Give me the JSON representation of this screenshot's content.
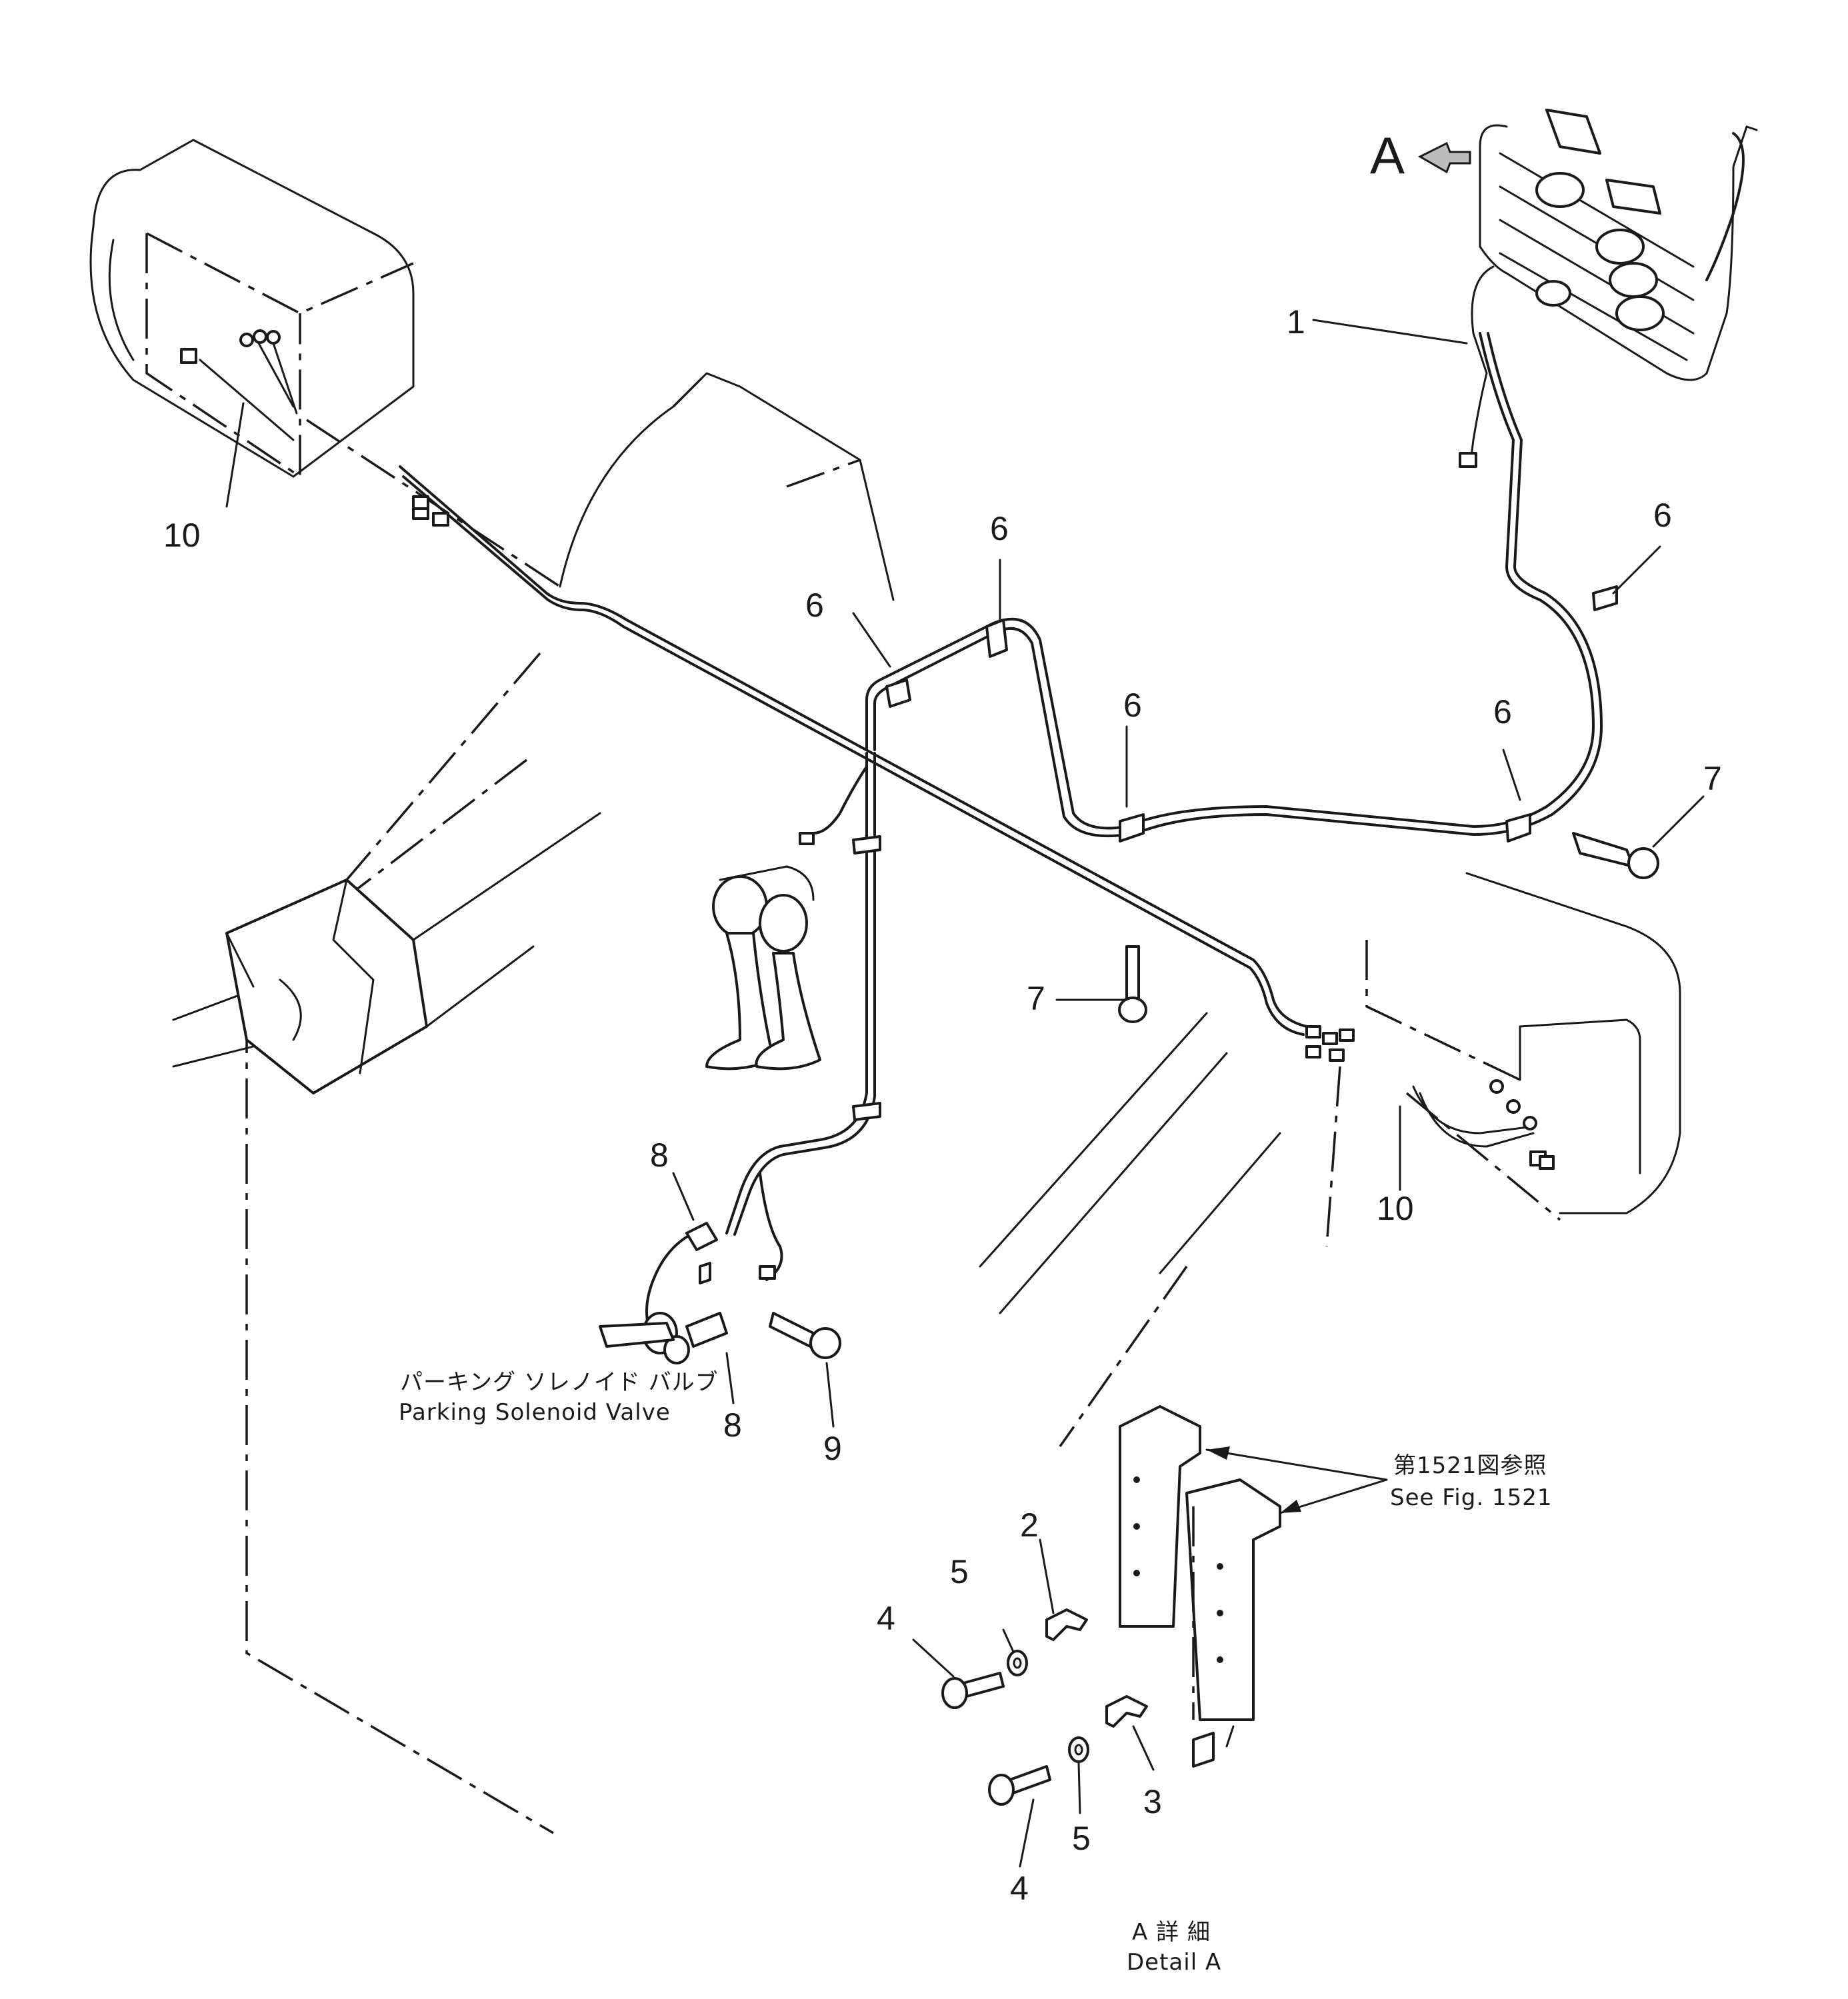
{
  "view_marker": "A",
  "callouts": {
    "c1": "1",
    "c2": "2",
    "c3": "3",
    "c4a": "4",
    "c4b": "4",
    "c5a": "5",
    "c5b": "5",
    "c6a": "6",
    "c6b": "6",
    "c6c": "6",
    "c6d": "6",
    "c6e": "6",
    "c7a": "7",
    "c7b": "7",
    "c8a": "8",
    "c8b": "8",
    "c9": "9",
    "c10a": "10",
    "c10b": "10"
  },
  "labels": {
    "valve_jp": "パーキング ソレノイド バルブ",
    "valve_en": "Parking Solenoid Valve",
    "ref_jp": "第1521図参照",
    "ref_en": "See Fig. 1521",
    "detail_jp": "A 詳 細",
    "detail_en": "Detail A"
  }
}
